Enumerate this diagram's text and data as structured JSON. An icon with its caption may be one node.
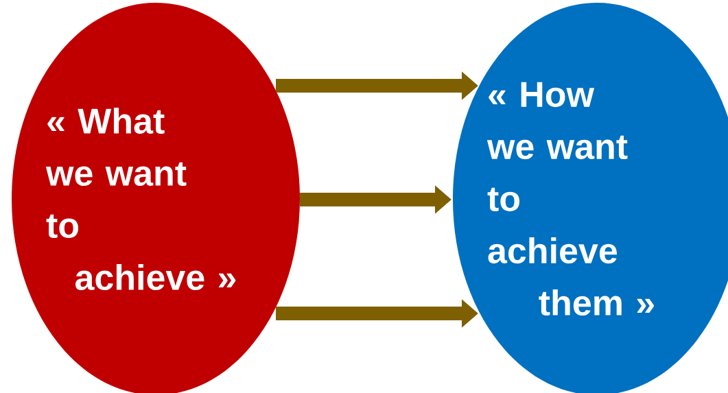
{
  "diagram": {
    "nodes": [
      {
        "text": [
          "« What we want to achieve »"
        ]
      },
      {
        "text": [
          "« How we want to achieve them »"
        ]
      }
    ],
    "edges": [
      {
        "from": 0,
        "to": 1,
        "arrow": "to"
      },
      {
        "from": 0,
        "to": 1,
        "arrow": "to"
      },
      {
        "from": 0,
        "to": 1,
        "arrow": "to"
      }
    ]
  }
}
